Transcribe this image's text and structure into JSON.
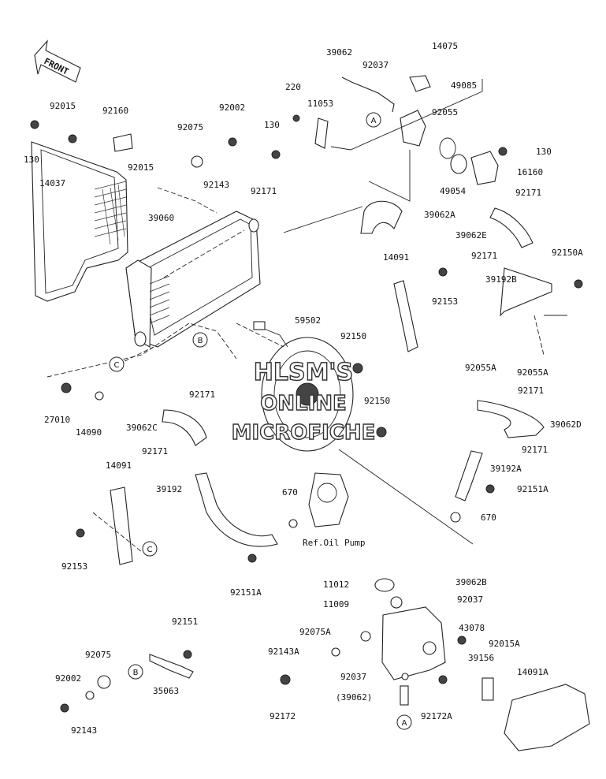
{
  "front_label": "FRONT",
  "watermark": [
    "HLSM'S",
    "ONLINE",
    "MICROFICHE"
  ],
  "ref_note": "Ref.Oil Pump",
  "labels": [
    {
      "id": "l1",
      "text": "92015"
    },
    {
      "id": "l2",
      "text": "92160"
    },
    {
      "id": "l3",
      "text": "130"
    },
    {
      "id": "l4",
      "text": "14037"
    },
    {
      "id": "l5",
      "text": "92015"
    },
    {
      "id": "l6",
      "text": "92075"
    },
    {
      "id": "l7",
      "text": "92002"
    },
    {
      "id": "l8",
      "text": "92143"
    },
    {
      "id": "l9",
      "text": "39060"
    },
    {
      "id": "l10",
      "text": "130"
    },
    {
      "id": "l11",
      "text": "220"
    },
    {
      "id": "l12",
      "text": "11053"
    },
    {
      "id": "l13",
      "text": "39062"
    },
    {
      "id": "l14",
      "text": "92037"
    },
    {
      "id": "l15",
      "text": "14075"
    },
    {
      "id": "l16",
      "text": "49085"
    },
    {
      "id": "l17",
      "text": "92055"
    },
    {
      "id": "l18",
      "text": "130"
    },
    {
      "id": "l19",
      "text": "16160"
    },
    {
      "id": "l20",
      "text": "49054"
    },
    {
      "id": "l21",
      "text": "92171"
    },
    {
      "id": "l22",
      "text": "92171"
    },
    {
      "id": "l23",
      "text": "39062A"
    },
    {
      "id": "l24",
      "text": "39062E"
    },
    {
      "id": "l25",
      "text": "92171"
    },
    {
      "id": "l26",
      "text": "92150A"
    },
    {
      "id": "l27",
      "text": "14091"
    },
    {
      "id": "l28",
      "text": "92153"
    },
    {
      "id": "l29",
      "text": "39192B"
    },
    {
      "id": "l30",
      "text": "59502"
    },
    {
      "id": "l31",
      "text": "92150"
    },
    {
      "id": "l32",
      "text": "92055A"
    },
    {
      "id": "l33",
      "text": "92055A"
    },
    {
      "id": "l34",
      "text": "27010"
    },
    {
      "id": "l35",
      "text": "14090"
    },
    {
      "id": "l36",
      "text": "92171"
    },
    {
      "id": "l37",
      "text": "39062C"
    },
    {
      "id": "l38",
      "text": "92150"
    },
    {
      "id": "l39",
      "text": "92171"
    },
    {
      "id": "l40",
      "text": "39062D"
    },
    {
      "id": "l41",
      "text": "92171"
    },
    {
      "id": "l42",
      "text": "92171"
    },
    {
      "id": "l43",
      "text": "14091"
    },
    {
      "id": "l44",
      "text": "39192"
    },
    {
      "id": "l45",
      "text": "39192A"
    },
    {
      "id": "l46",
      "text": "670"
    },
    {
      "id": "l47",
      "text": "92151A"
    },
    {
      "id": "l48",
      "text": "670"
    },
    {
      "id": "l49",
      "text": "92153"
    },
    {
      "id": "l50",
      "text": "92151A"
    },
    {
      "id": "l51",
      "text": "11012"
    },
    {
      "id": "l52",
      "text": "39062B"
    },
    {
      "id": "l53",
      "text": "11009"
    },
    {
      "id": "l54",
      "text": "92037"
    },
    {
      "id": "l55",
      "text": "92075A"
    },
    {
      "id": "l56",
      "text": "43078"
    },
    {
      "id": "l57",
      "text": "92015A"
    },
    {
      "id": "l58",
      "text": "92143A"
    },
    {
      "id": "l59",
      "text": "39156"
    },
    {
      "id": "l60",
      "text": "92151"
    },
    {
      "id": "l61",
      "text": "92037"
    },
    {
      "id": "l62",
      "text": "14091A"
    },
    {
      "id": "l63",
      "text": "92075"
    },
    {
      "id": "l64",
      "text": "92002"
    },
    {
      "id": "l65",
      "text": "35063"
    },
    {
      "id": "l66",
      "text": "(39062)"
    },
    {
      "id": "l67",
      "text": "92172"
    },
    {
      "id": "l68",
      "text": "92172A"
    },
    {
      "id": "l69",
      "text": "92143"
    }
  ],
  "callouts": [
    {
      "id": "c1",
      "text": "A"
    },
    {
      "id": "c2",
      "text": "B"
    },
    {
      "id": "c3",
      "text": "C"
    },
    {
      "id": "c4",
      "text": "C"
    },
    {
      "id": "c5",
      "text": "B"
    },
    {
      "id": "c6",
      "text": "A"
    }
  ]
}
